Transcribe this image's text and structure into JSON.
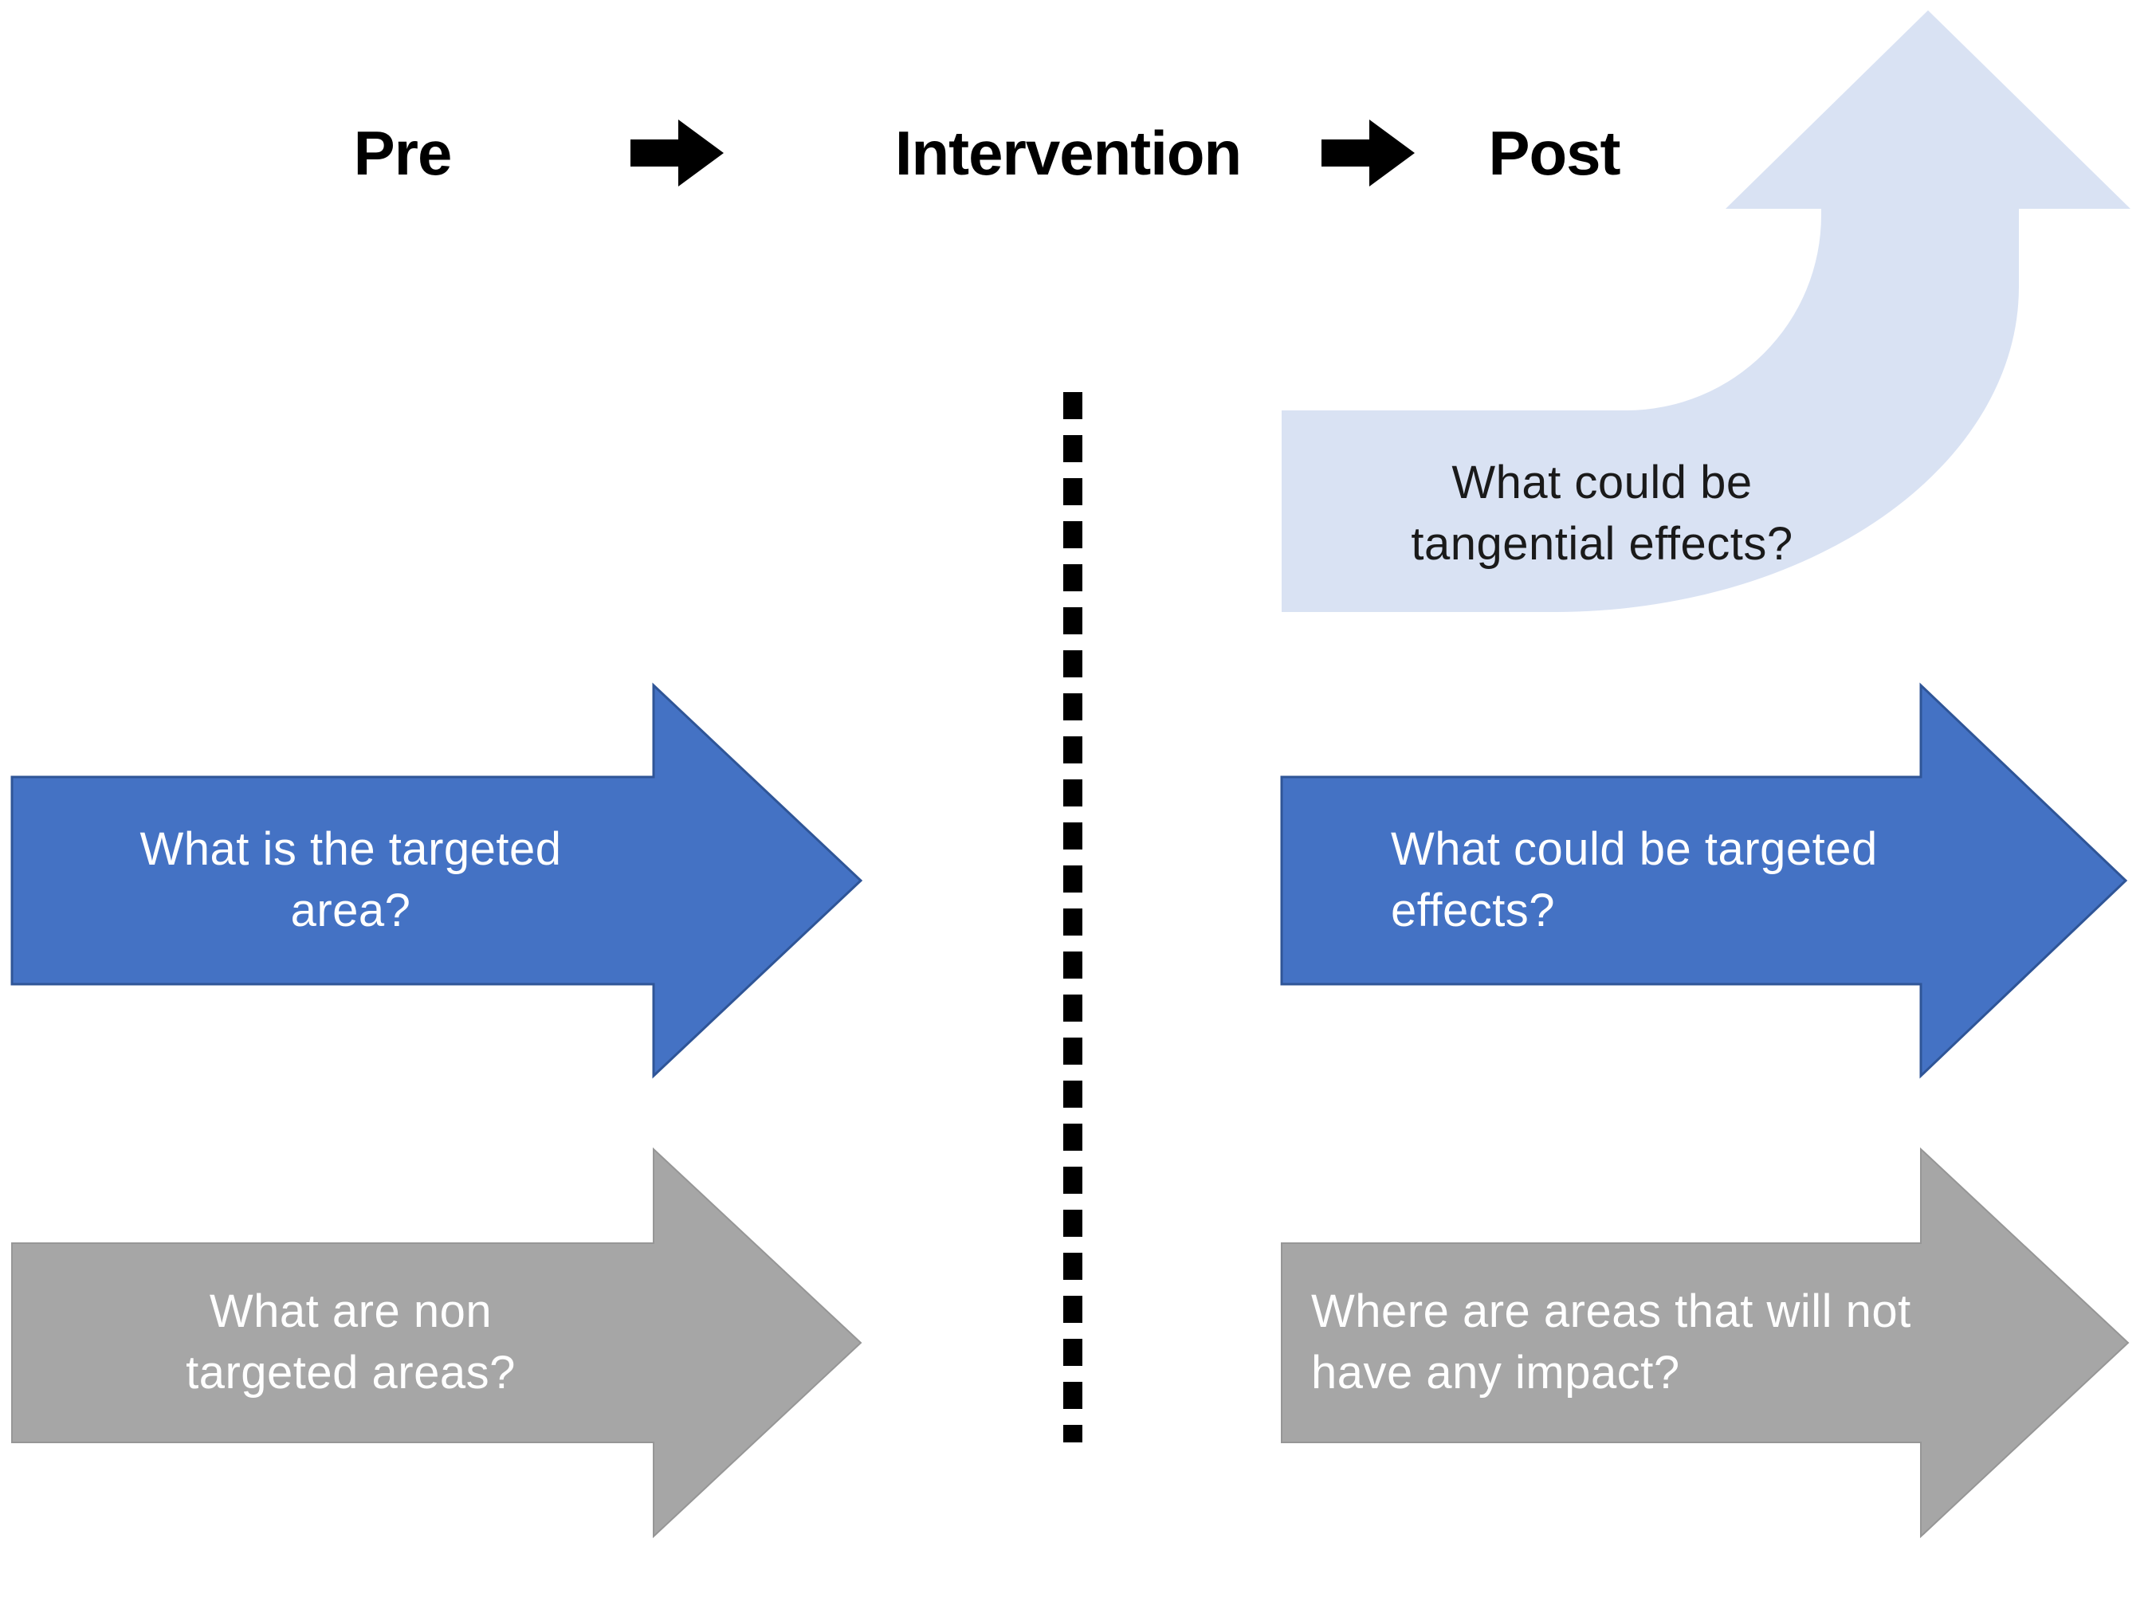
{
  "header": {
    "pre": "Pre",
    "intervention": "Intervention",
    "post": "Post",
    "text_color": "#000000",
    "arrow_icon_color": "#000000"
  },
  "divider": {
    "color": "#000000",
    "style": "dashed-vertical"
  },
  "arrows": {
    "tangential": {
      "line1": "What could be",
      "line2": "tangential effects?",
      "fill": "#D9E2F3",
      "text_color": "#1a1a1a"
    },
    "targeted_area": {
      "line1": "What is the targeted",
      "line2": "area?",
      "fill": "#4472C4",
      "stroke": "#2F5597",
      "text_color": "#ffffff"
    },
    "targeted_effects": {
      "line1": "What could be targeted",
      "line2": "effects?",
      "fill": "#4472C4",
      "stroke": "#2F5597",
      "text_color": "#ffffff"
    },
    "non_targeted": {
      "line1": "What are non",
      "line2": "targeted areas?",
      "fill": "#A6A6A6",
      "stroke": "#969696",
      "text_color": "#ffffff"
    },
    "no_impact": {
      "line1": "Where are areas that will not",
      "line2": "have any impact?",
      "fill": "#A6A6A6",
      "stroke": "#969696",
      "text_color": "#ffffff"
    }
  }
}
